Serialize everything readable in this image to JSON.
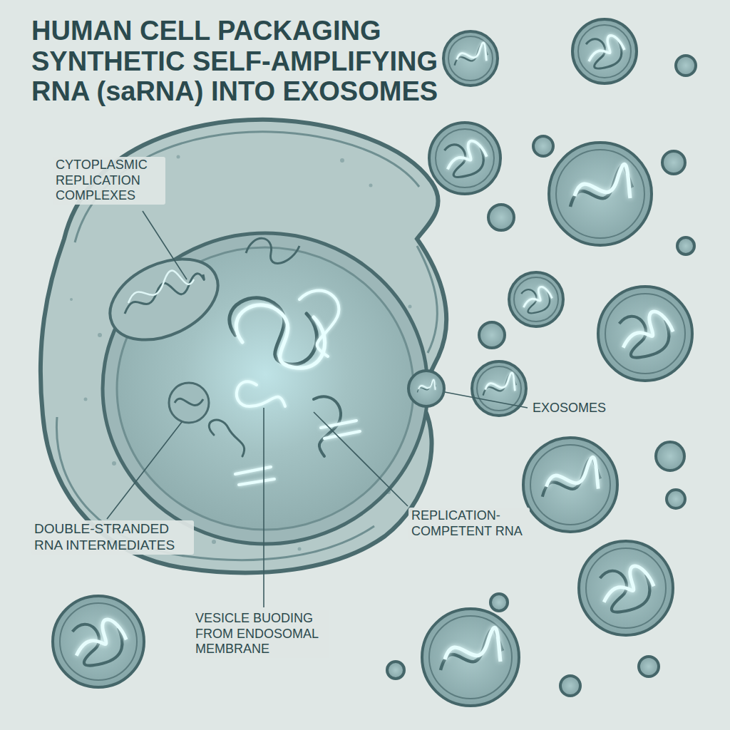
{
  "diagram": {
    "title": "HUMAN CELL PACKAGING SYNTHETIC SELF-AMPLIFYING RNA (saRNA) INTO EXOSOMES",
    "labels": [
      "CYTOPLASMIC REPLICATION COMPLEXES",
      "EXOSOMES",
      "DOUBLE-STRANDED RNA INTERMEDIATES",
      "REPLICATION-COMPETENT RNA",
      "VESICLE BUODING FROM ENDOSOMAL MEMBRANE"
    ]
  }
}
